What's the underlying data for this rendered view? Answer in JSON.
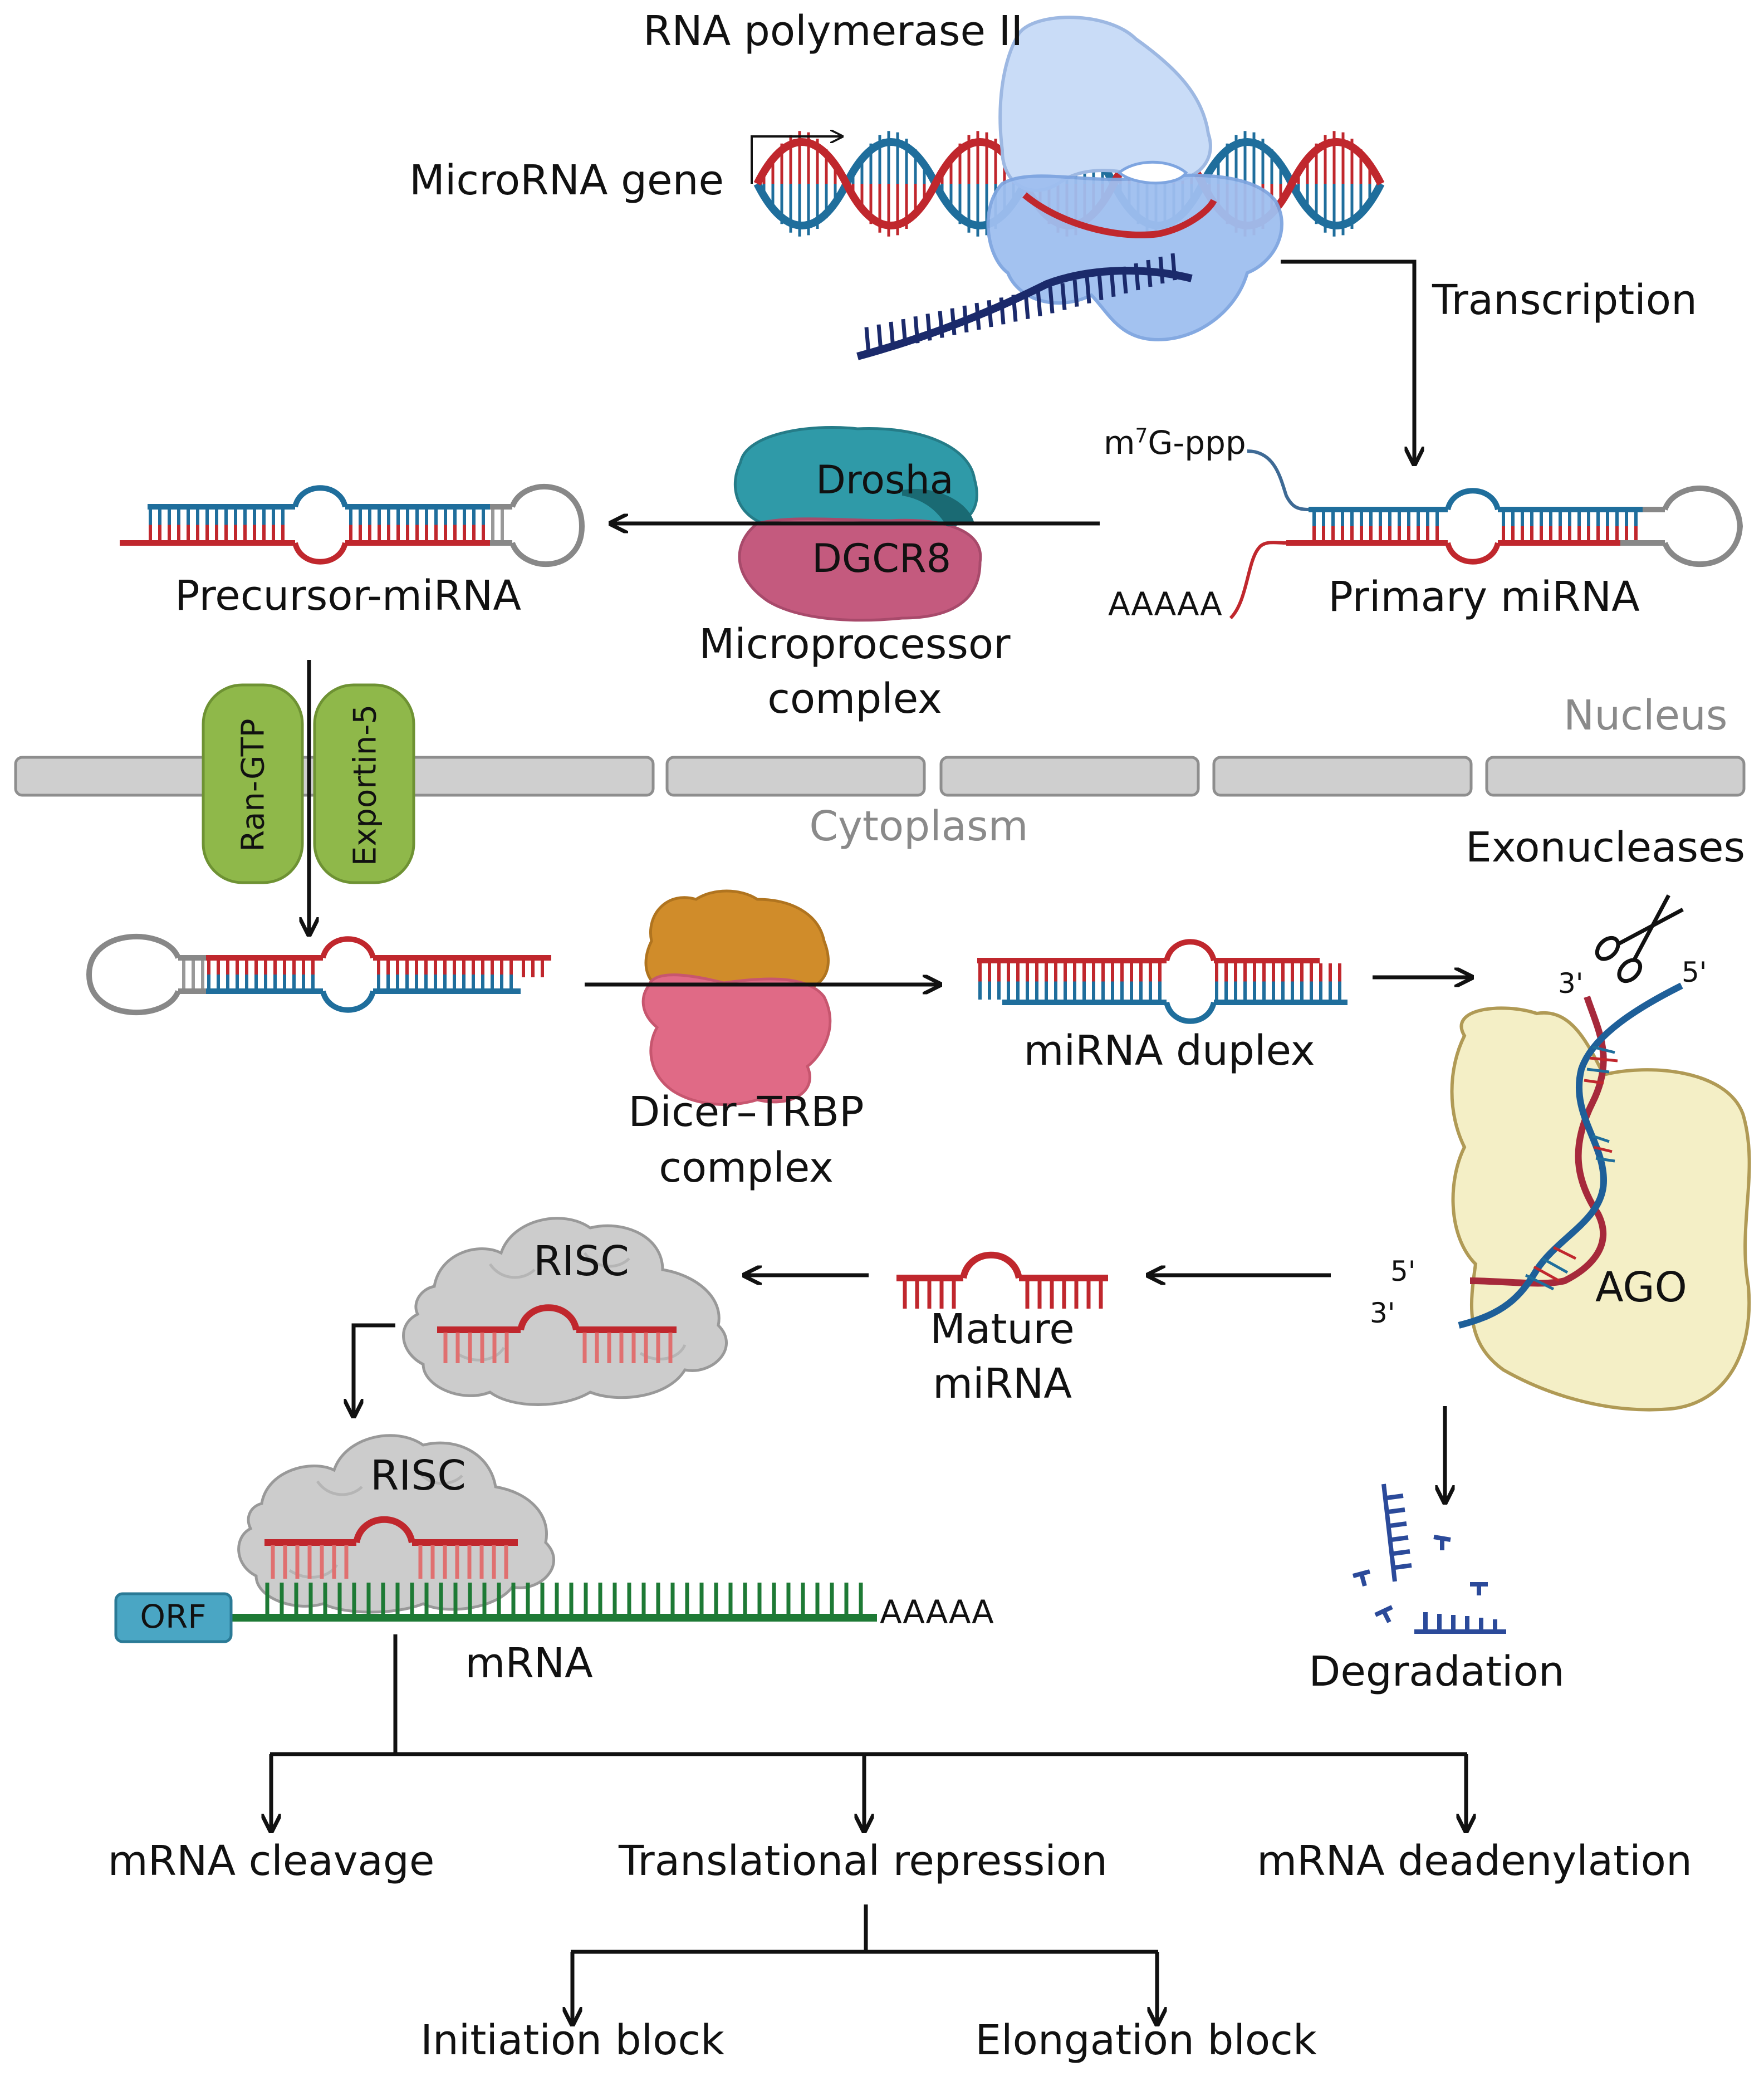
{
  "colors": {
    "dna_blue": "#1f6e9c",
    "rna_red": "#c0272d",
    "nascent_rna_navy": "#1b2a6b",
    "mrna_green": "#1e7a35",
    "polymerase_blue": "#a9c6f2",
    "drosha_teal": "#2f9aa8",
    "dgcr8_pink": "#c45a7e",
    "exportin_green": "#8fb84a",
    "dicer_orange": "#d08c2a",
    "trbp_pink": "#e06a86",
    "ago_cream": "#f4efc6",
    "risc_grey": "#cccccc",
    "orf_teal": "#4aa6c4",
    "membrane_grey": "#cfcfcf",
    "degradation_blue": "#2b4a9a"
  },
  "icons": [
    "scissors-icon",
    "transcription-start-arrow-icon"
  ],
  "labels": {
    "rna_polymerase": "RNA polymerase II",
    "microrna_gene": "MicroRNA gene",
    "transcription": "Transcription",
    "m7g_prefix": "m",
    "m7g_sup": "7",
    "m7g_suffix": "G-ppp",
    "polya_primary": "AAAAA",
    "primary_mirna": "Primary miRNA",
    "drosha": "Drosha",
    "dgcr8": "DGCR8",
    "microprocessor_line1": "Microprocessor",
    "microprocessor_line2": "complex",
    "precursor_mirna": "Precursor-miRNA",
    "nucleus": "Nucleus",
    "cytoplasm": "Cytoplasm",
    "ran_gtp": "Ran-GTP",
    "exportin5": "Exportin-5",
    "exonucleases": "Exonucleases",
    "dicer_line1": "Dicer–TRBP",
    "dicer_line2": "complex",
    "mirna_duplex": "miRNA duplex",
    "three_prime_top": "3'",
    "five_prime_top": "5'",
    "five_prime_bottom": "5'",
    "three_prime_bottom": "3'",
    "ago": "AGO",
    "risc_1": "RISC",
    "risc_2": "RISC",
    "mature_line1": "Mature",
    "mature_line2": "miRNA",
    "orf": "ORF",
    "polya_mrna": "AAAAA",
    "mrna": "mRNA",
    "degradation": "Degradation",
    "mrna_cleavage": "mRNA cleavage",
    "translational_repression": "Translational repression",
    "mrna_deadenylation": "mRNA deadenylation",
    "initiation_block": "Initiation block",
    "elongation_block": "Elongation block"
  }
}
